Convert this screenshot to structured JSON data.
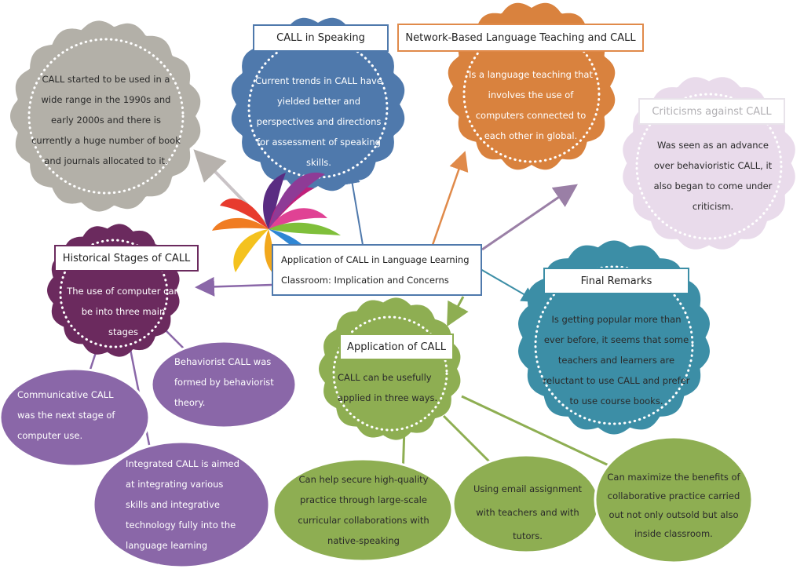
{
  "center": {
    "text": "Application of CALL in Language Learning Classroom: Implication and Concerns"
  },
  "history": {
    "text": "CALL started to be used in a wide range in the 1990s and early 2000s and there is currently a huge number of book and journals allocated to it."
  },
  "speaking": {
    "title": "CALL in Speaking",
    "text": "Current trends in CALL have yielded better and perspectives and directions for assessment of speaking skills."
  },
  "network": {
    "title": "Network-Based Language Teaching and CALL",
    "text": "Is a language teaching that involves the use of computers connected to each other in global."
  },
  "criticisms": {
    "title": "Criticisms against CALL",
    "text": "Was seen as an advance over behavioristic CALL, it also began to come under criticism."
  },
  "stages": {
    "title": "Historical Stages of CALL",
    "text": "The use of computer can be into three main stages",
    "behaviorist": "Behaviorist CALL was formed by behaviorist theory.",
    "communicative": "Communicative CALL was the next stage of computer use.",
    "integrated": "Integrated CALL is aimed at integrating various skills and integrative technology fully into the language learning process."
  },
  "application": {
    "title": "Application of CALL",
    "text": "CALL can be usefully applied in three ways.",
    "way1": "Can help secure high-quality practice through large-scale curricular collaborations with native-speaking",
    "way2": "Using email assignment with teachers and with tutors.",
    "way3": "Can maximize the benefits of collaborative practice carried out not only outsold but also inside classroom."
  },
  "final": {
    "title": "Final Remarks",
    "text": "Is getting popular more than ever before, it seems that some teachers and learners are reluctant to use CALL and prefer to use course books."
  },
  "colors": {
    "gray": "#b3b0a8",
    "blue": "#4f79ac",
    "orange": "#d9823e",
    "lilac": "#e9dbeb",
    "plum": "#6b2a5e",
    "purple": "#8a67a8",
    "green": "#8eae52",
    "teal": "#3c8ea6"
  }
}
